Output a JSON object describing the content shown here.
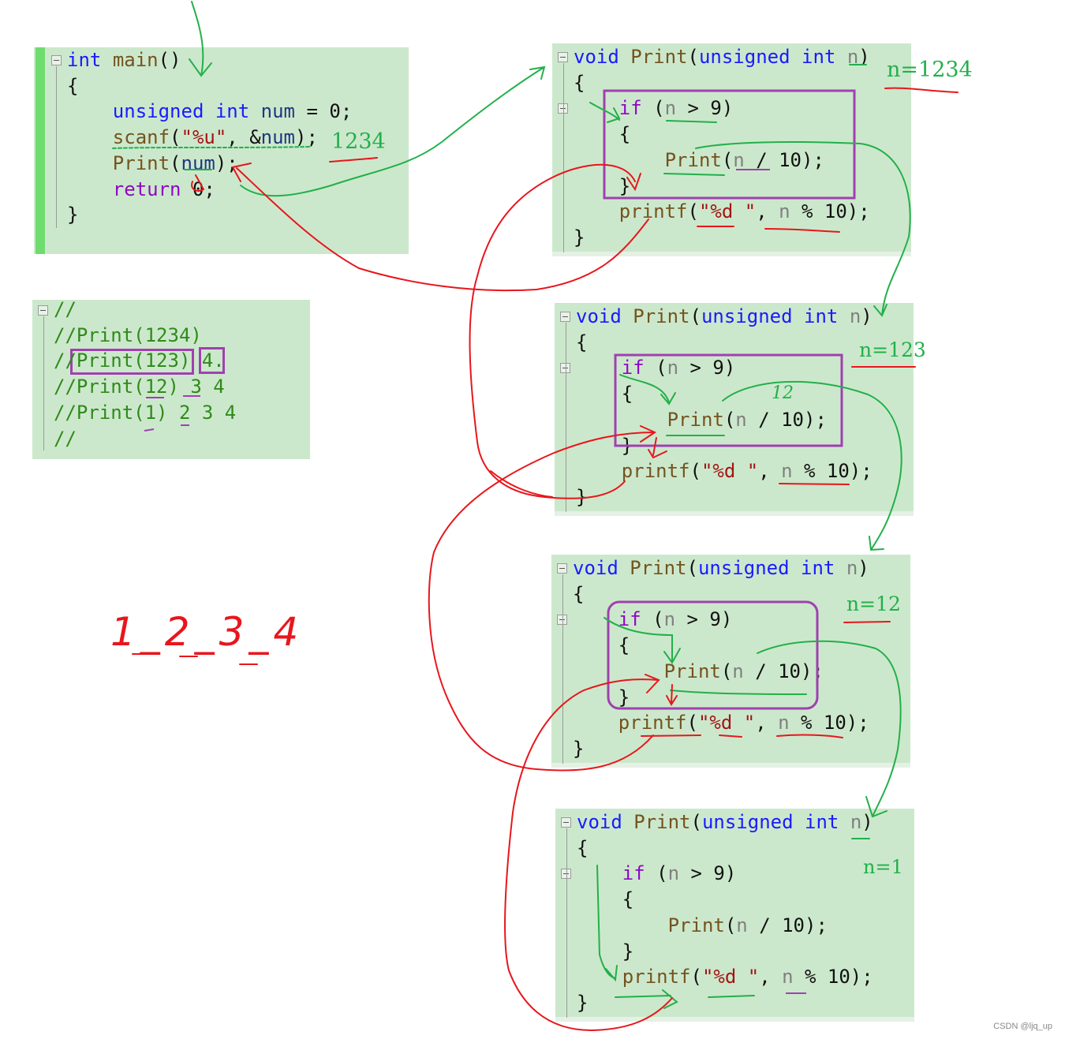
{
  "main_panel": {
    "lines": [
      [
        [
          "int",
          "kw"
        ],
        [
          " ",
          "pl"
        ],
        [
          "main",
          "fn"
        ],
        [
          "()",
          "pl"
        ]
      ],
      [
        [
          "{",
          "pl"
        ]
      ],
      [
        [
          "    ",
          "pl"
        ],
        [
          "unsigned",
          "kw"
        ],
        [
          " ",
          "pl"
        ],
        [
          "int",
          "kw"
        ],
        [
          " ",
          "pl"
        ],
        [
          "num",
          "var"
        ],
        [
          " = 0;",
          "pl"
        ]
      ],
      [
        [
          "    ",
          "pl"
        ],
        [
          "scanf",
          "fn"
        ],
        [
          "(",
          "pl"
        ],
        [
          "\"%u\"",
          "str"
        ],
        [
          ", &",
          "pl"
        ],
        [
          "num",
          "var"
        ],
        [
          ");",
          "pl"
        ]
      ],
      [
        [
          "    ",
          "pl"
        ],
        [
          "Print",
          "fn"
        ],
        [
          "(",
          "pl"
        ],
        [
          "num",
          "var"
        ],
        [
          ");",
          "pl"
        ]
      ],
      [
        [
          "    ",
          "pl"
        ],
        [
          "return",
          "ctl"
        ],
        [
          " 0;",
          "pl"
        ]
      ],
      [
        [
          "}",
          "pl"
        ]
      ]
    ]
  },
  "comment_panel": {
    "lines": [
      [
        [
          "//",
          "cm"
        ]
      ],
      [
        [
          "//Print(1234)",
          "cm"
        ]
      ],
      [
        [
          "//Print(123) 4.",
          "cm"
        ]
      ],
      [
        [
          "//Print(12) 3 4",
          "cm"
        ]
      ],
      [
        [
          "//Print(1) 2 3 4",
          "cm"
        ]
      ],
      [
        [
          "//",
          "cm"
        ]
      ]
    ]
  },
  "print_panel": {
    "lines": [
      [
        [
          "void",
          "kw"
        ],
        [
          " ",
          "pl"
        ],
        [
          "Print",
          "fn"
        ],
        [
          "(",
          "pl"
        ],
        [
          "unsigned",
          "kw"
        ],
        [
          " ",
          "pl"
        ],
        [
          "int",
          "kw"
        ],
        [
          " ",
          "pl"
        ],
        [
          "n",
          "par"
        ],
        [
          ")",
          "pl"
        ]
      ],
      [
        [
          "{",
          "pl"
        ]
      ],
      [
        [
          "    ",
          "pl"
        ],
        [
          "if",
          "ctl"
        ],
        [
          " (",
          "pl"
        ],
        [
          "n",
          "par"
        ],
        [
          " > 9)",
          "pl"
        ]
      ],
      [
        [
          "    {",
          "pl"
        ]
      ],
      [
        [
          "        ",
          "pl"
        ],
        [
          "Print",
          "fn"
        ],
        [
          "(",
          "pl"
        ],
        [
          "n",
          "par"
        ],
        [
          " / 10);",
          "pl"
        ]
      ],
      [
        [
          "    }",
          "pl"
        ]
      ],
      [
        [
          "    ",
          "pl"
        ],
        [
          "printf",
          "fn"
        ],
        [
          "(",
          "pl"
        ],
        [
          "\"%d \"",
          "str"
        ],
        [
          ", ",
          "pl"
        ],
        [
          "n",
          "par"
        ],
        [
          " % 10);",
          "pl"
        ]
      ],
      [
        [
          "}",
          "pl"
        ]
      ]
    ]
  },
  "annotations": {
    "input_value": "1234",
    "frames": [
      "n=1234",
      "n=123",
      "n=12",
      "n=1"
    ],
    "small_note": "12",
    "output": "1_2_3_4"
  },
  "watermark": "CSDN @ljq_up",
  "colors": {
    "panel_bg": "#cce8cc",
    "box": "#a040b0",
    "pen_red": "#e8161c",
    "pen_green": "#22b04a"
  }
}
